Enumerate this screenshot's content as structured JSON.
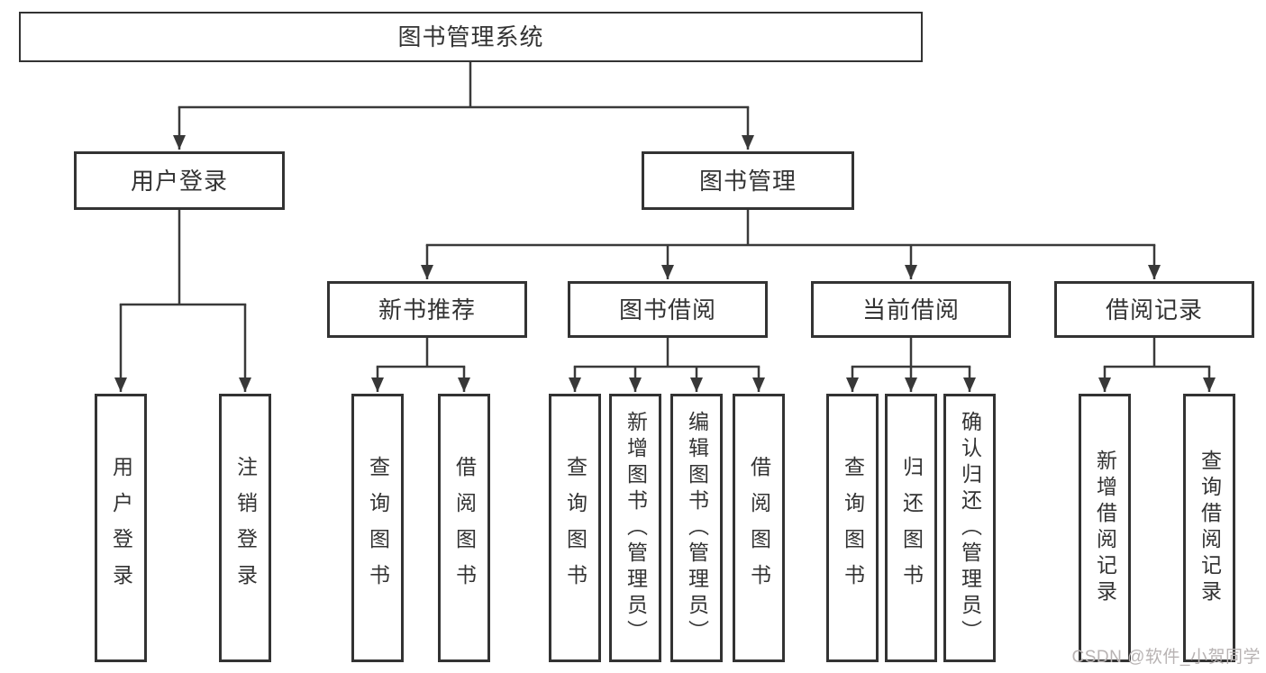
{
  "diagram": {
    "root": "图书管理系统",
    "level2": [
      "用户登录",
      "图书管理"
    ],
    "level3": [
      "新书推荐",
      "图书借阅",
      "当前借阅",
      "借阅记录"
    ],
    "leaves": [
      "用户登录",
      "注销登录",
      "查询图书",
      "借阅图书",
      "查询图书",
      "新增图书（管理员）",
      "编辑图书（管理员）",
      "借阅图书",
      "查询图书",
      "归还图书",
      "确认归还（管理员）",
      "新增借阅记录",
      "查询借阅记录"
    ]
  },
  "watermark": "CSDN @软件_小贺同学",
  "colors": {
    "background": "#ffffff",
    "box_fill": "#ffffff",
    "box_border": "#333333",
    "line": "#3a3a3a",
    "text": "#333333",
    "watermark_text": "#b8b3b3"
  }
}
